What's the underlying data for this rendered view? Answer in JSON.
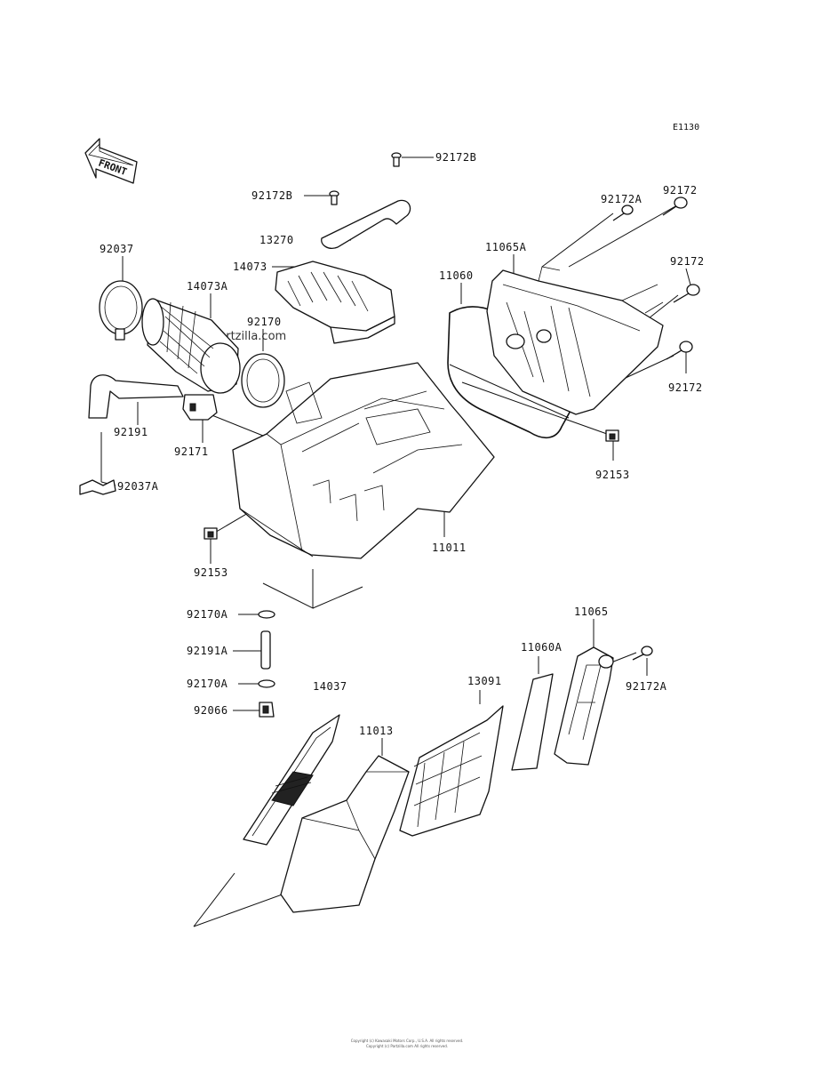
{
  "diagram": {
    "code": "E1130",
    "front_label": "FRONT",
    "watermark": "partzilla.com",
    "copyright_line1": "Copyright (c) Kawasaki Motors Corp., U.S.A. All rights reserved.",
    "copyright_line2": "Copyright (c) Partzilla.com All rights reserved."
  },
  "parts": {
    "p92172B_top": "92172B",
    "p92172B_left": "92172B",
    "p13270": "13270",
    "p14073": "14073",
    "p92037": "92037",
    "p14073A": "14073A",
    "p92170": "92170",
    "p92191": "92191",
    "p92171": "92171",
    "p92037A": "92037A",
    "p92153_left": "92153",
    "p11011": "11011",
    "p11060": "11060",
    "p11065A": "11065A",
    "p92172A_top": "92172A",
    "p92172_top": "92172",
    "p92172_mid": "92172",
    "p92172_low": "92172",
    "p92153_right": "92153",
    "p92170A_top": "92170A",
    "p92191A": "92191A",
    "p92170A_bot": "92170A",
    "p92066": "92066",
    "p14037": "14037",
    "p11013": "11013",
    "p13091": "13091",
    "p11060A": "11060A",
    "p11065": "11065",
    "p92172A_bot": "92172A"
  }
}
